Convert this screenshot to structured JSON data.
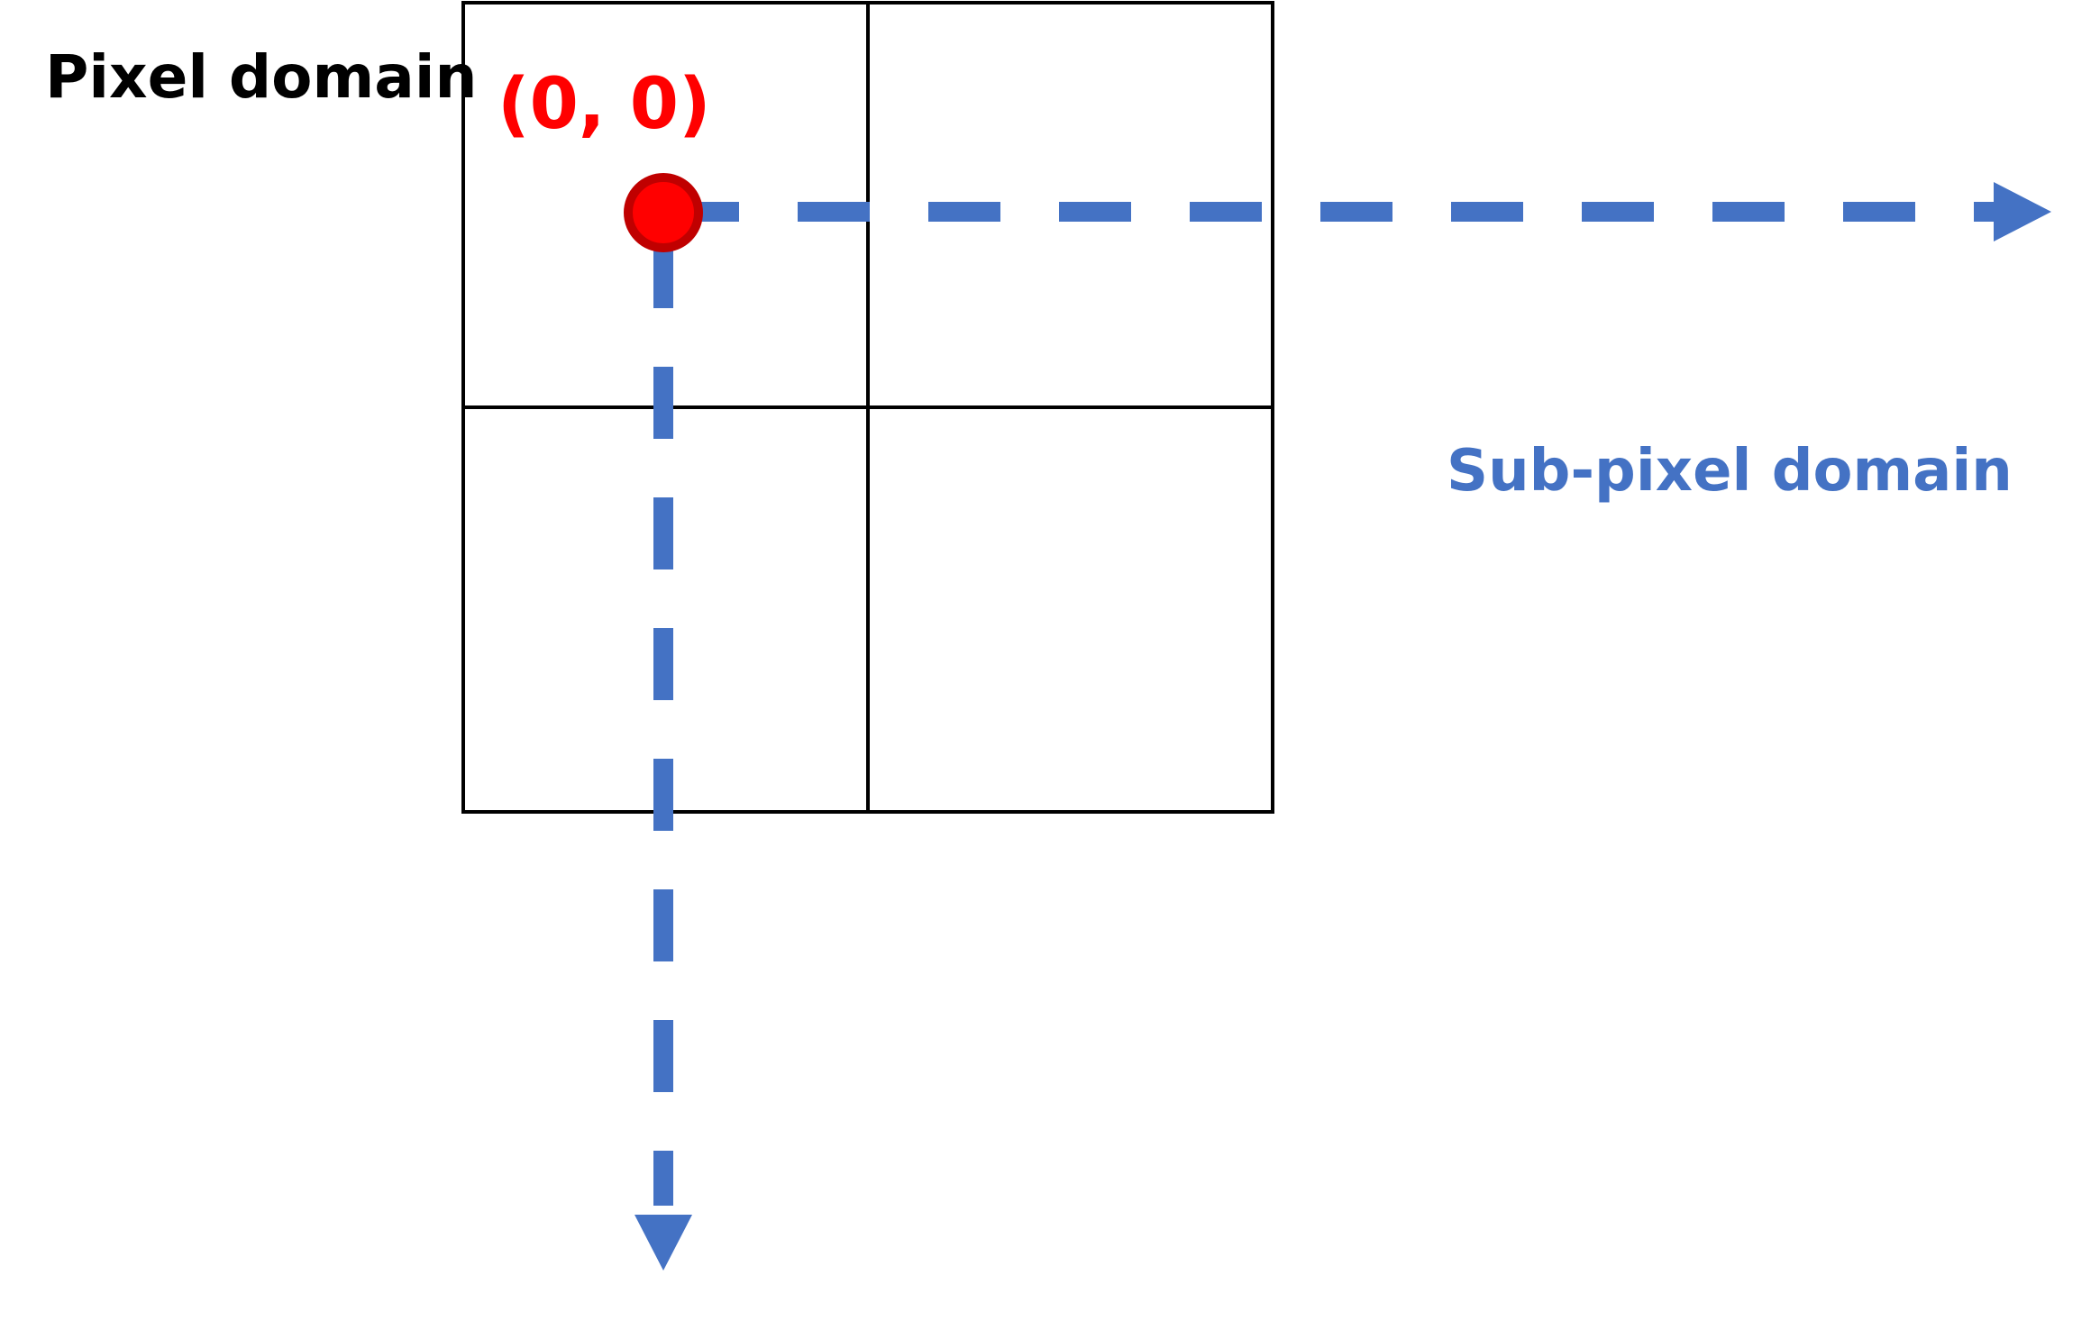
{
  "labels": {
    "pixel_domain": "Pixel domain",
    "origin": "(0, 0)",
    "subpixel_domain": "Sub-pixel domain"
  },
  "colors": {
    "background": "#ffffff",
    "grid_line": "#000000",
    "axis": "#4472c4",
    "origin_fill": "#ff0000",
    "origin_stroke": "#c00000",
    "pixel_label": "#000000",
    "origin_label": "#ff0000",
    "subpixel_label": "#4472c4"
  }
}
